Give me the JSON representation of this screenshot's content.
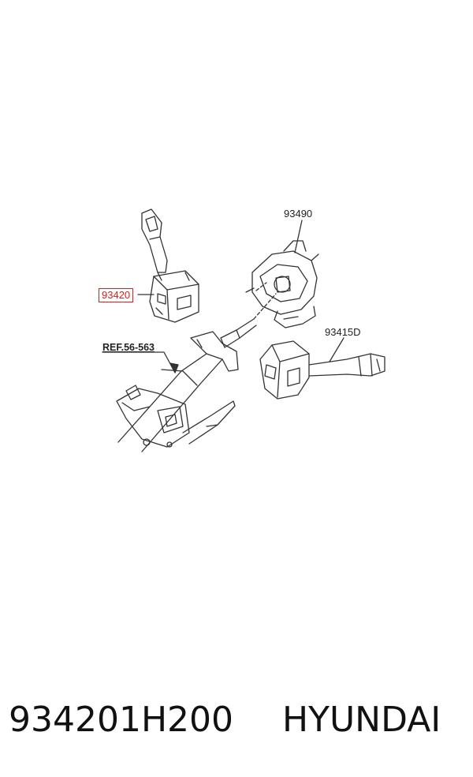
{
  "callouts": {
    "switch_left": "93420",
    "clock_spring": "93490",
    "switch_right": "93415D",
    "column_ref": "REF.56-563"
  },
  "footer": {
    "part_number": "934201H200",
    "brand": "HYUNDAI"
  },
  "colors": {
    "highlight": "#d42020",
    "line": "#333333"
  }
}
